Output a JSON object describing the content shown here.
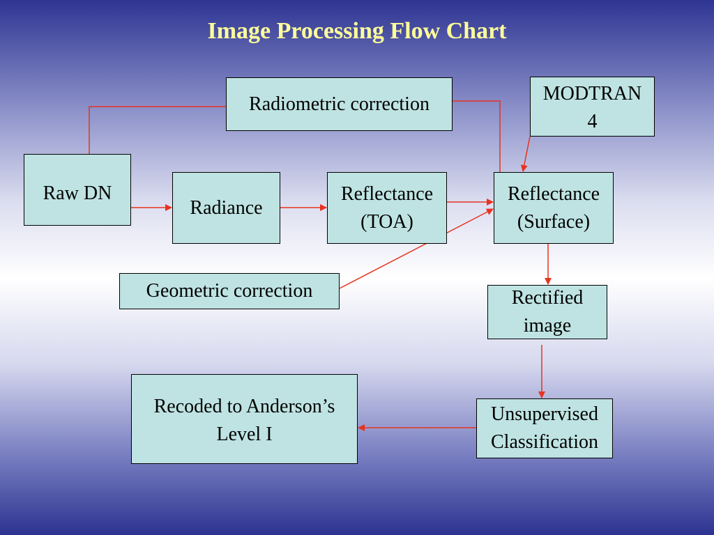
{
  "title": "Image Processing Flow Chart",
  "nodes": {
    "radiometric": "Radiometric correction",
    "modtran": "MODTRAN\n4",
    "raw_dn": "Raw DN",
    "radiance": "Radiance",
    "reflectance_toa": "Reflectance\n(TOA)",
    "reflectance_surface": "Reflectance\n(Surface)",
    "geometric": "Geometric correction",
    "rectified": "Rectified\nimage",
    "recoded": "Recoded to Anderson’s\nLevel I",
    "unsupervised": "Unsupervised\nClassification"
  },
  "colors": {
    "arrow": "#e8321e",
    "box_fill": "#bfe3e3",
    "title": "#ffff99"
  }
}
